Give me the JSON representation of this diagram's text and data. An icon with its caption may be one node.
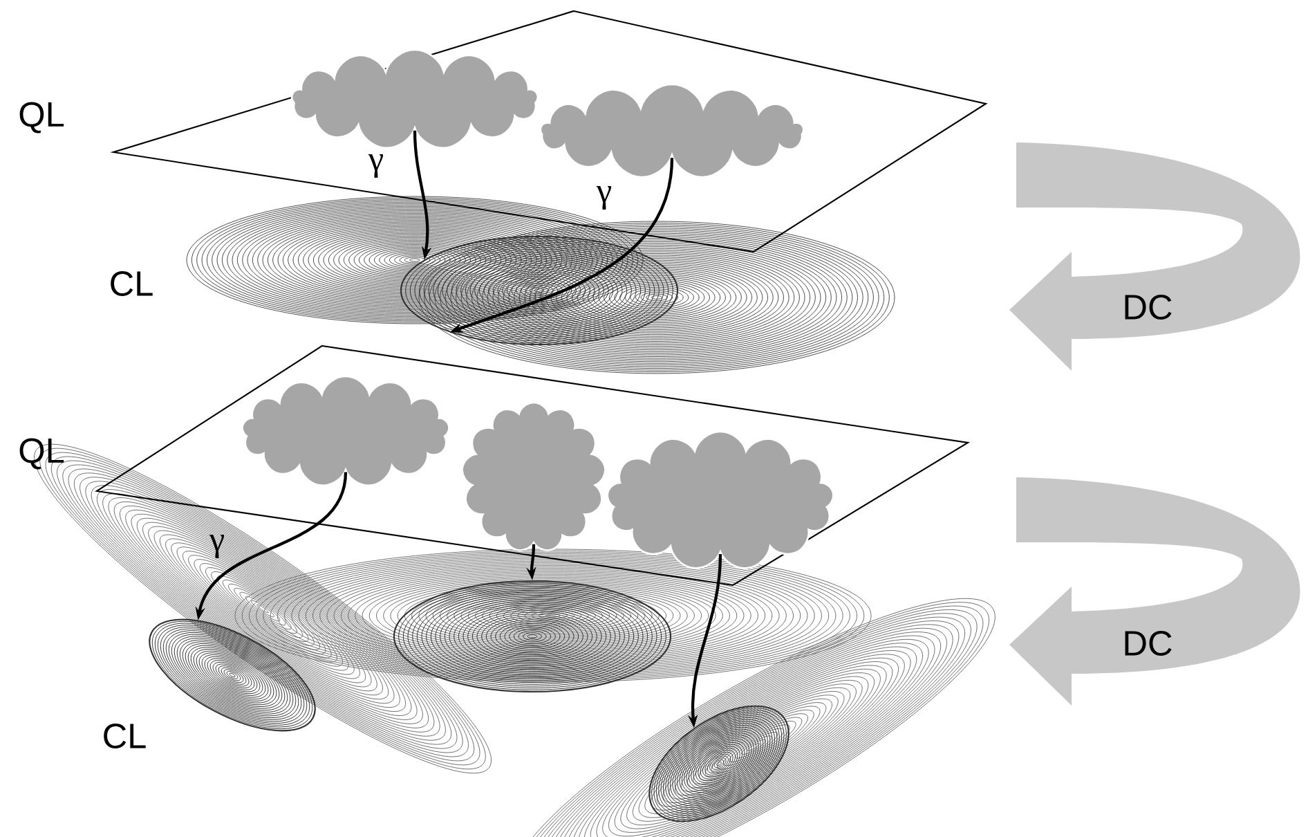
{
  "diagram": {
    "nodes": [
      {
        "text": [],
        "shape": "cloud"
      },
      {
        "text": [],
        "shape": "cloud"
      },
      {
        "text": [],
        "shape": "ellipse"
      },
      {
        "text": [],
        "shape": "cloud"
      },
      {
        "text": [],
        "shape": "cloud"
      },
      {
        "text": [],
        "shape": "cloud"
      },
      {
        "text": [],
        "shape": "ellipse"
      },
      {
        "text": [],
        "shape": "ellipse"
      },
      {
        "text": [],
        "shape": "ellipse"
      }
    ],
    "edges": [
      {
        "from": 0,
        "to": 2,
        "arrow": "to",
        "label": "γ"
      },
      {
        "from": 1,
        "to": 2,
        "arrow": "to",
        "label": "γ"
      },
      {
        "from": 3,
        "to": 6,
        "arrow": "to",
        "label": "γ"
      },
      {
        "from": 4,
        "to": 7,
        "arrow": "to"
      },
      {
        "from": 5,
        "to": 8,
        "arrow": "to"
      }
    ],
    "labels": [
      "QL",
      "CL",
      "DC",
      "QL",
      "DC",
      "CL"
    ]
  }
}
